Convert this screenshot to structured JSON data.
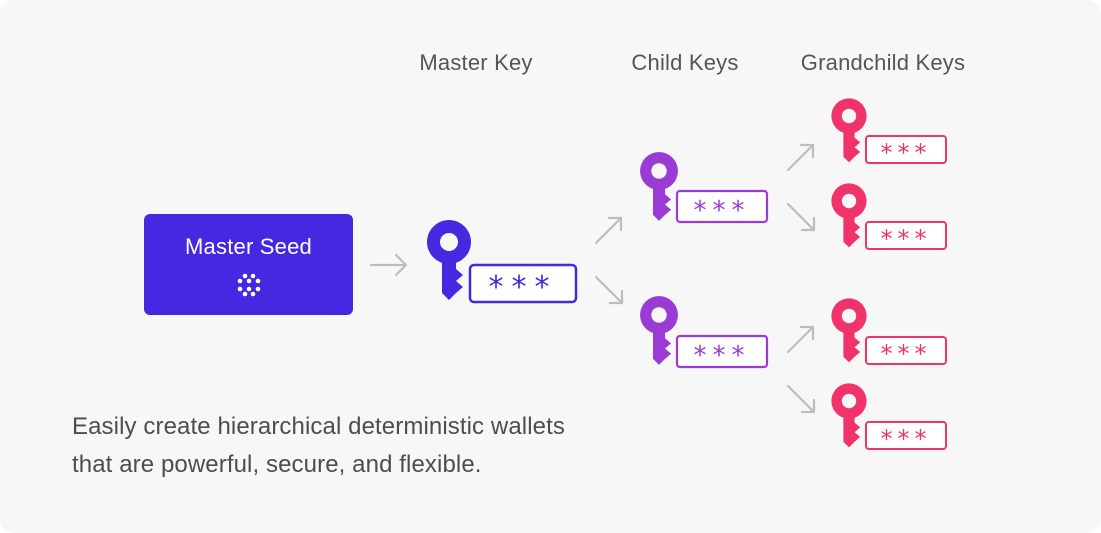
{
  "labels": {
    "master_key": "Master Key",
    "child_keys": "Child Keys",
    "grandchild_keys": "Grandchild Keys"
  },
  "seed": {
    "title": "Master Seed",
    "icon": "dots-cluster-icon"
  },
  "key_masks": {
    "master": "***",
    "child": [
      "***",
      "***"
    ],
    "grandchild": [
      "***",
      "***",
      "***",
      "***"
    ]
  },
  "tagline": {
    "line1": "Easily create hierarchical deterministic wallets",
    "line2": "that are powerful, secure, and flexible."
  },
  "colors": {
    "background": "#f7f7f7",
    "seed": "#4528e0",
    "master_key": "#4528e0",
    "child_key": "#9b3bd6",
    "grandchild_key": "#f0346a",
    "arrow": "#bdbdbd",
    "label_text": "#555555"
  }
}
